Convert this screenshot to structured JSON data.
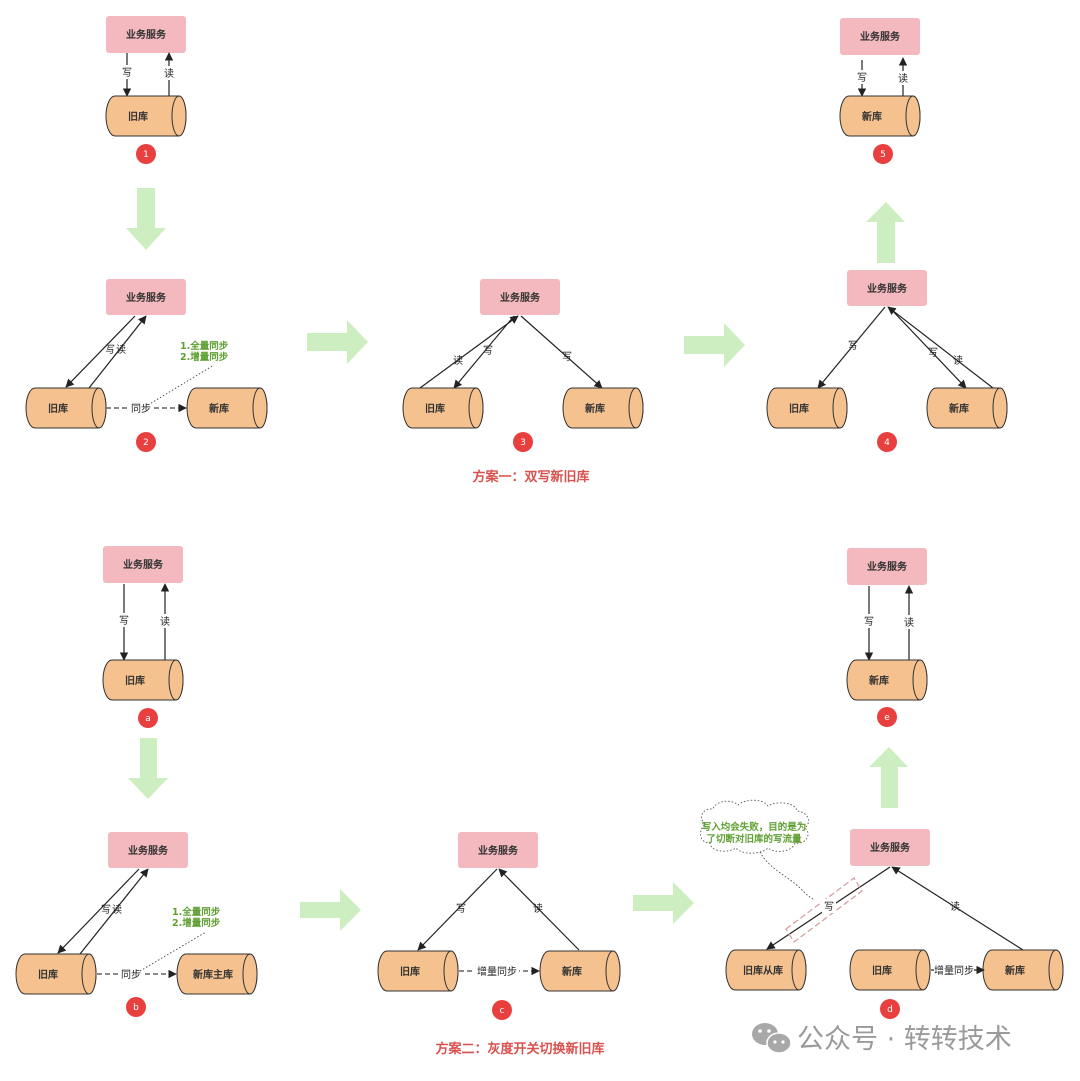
{
  "diagram": {
    "plans": [
      {
        "caption": "方案一：双写新旧库",
        "steps": [
          {
            "badge": "1",
            "service": "业务服务",
            "dbs": [
              "旧库"
            ],
            "edges": [
              {
                "from": "业务服务",
                "to": "旧库",
                "label": "写"
              },
              {
                "from": "旧库",
                "to": "业务服务",
                "label": "读"
              }
            ]
          },
          {
            "badge": "2",
            "service": "业务服务",
            "dbs": [
              "旧库",
              "新库"
            ],
            "edges": [
              {
                "from": "业务服务",
                "to": "旧库",
                "label": "写"
              },
              {
                "from": "旧库",
                "to": "业务服务",
                "label": "读"
              },
              {
                "from": "旧库",
                "to": "新库",
                "label": "同步",
                "style": "dashed"
              }
            ],
            "note": [
              "1.全量同步",
              "2.增量同步"
            ]
          },
          {
            "badge": "3",
            "service": "业务服务",
            "dbs": [
              "旧库",
              "新库"
            ],
            "edges": [
              {
                "from": "旧库",
                "to": "业务服务",
                "label": "读"
              },
              {
                "from": "业务服务",
                "to": "旧库",
                "label": "写"
              },
              {
                "from": "业务服务",
                "to": "新库",
                "label": "写"
              }
            ]
          },
          {
            "badge": "4",
            "service": "业务服务",
            "dbs": [
              "旧库",
              "新库"
            ],
            "edges": [
              {
                "from": "业务服务",
                "to": "旧库",
                "label": "写"
              },
              {
                "from": "业务服务",
                "to": "新库",
                "label": "写"
              },
              {
                "from": "新库",
                "to": "业务服务",
                "label": "读"
              }
            ]
          },
          {
            "badge": "5",
            "service": "业务服务",
            "dbs": [
              "新库"
            ],
            "edges": [
              {
                "from": "业务服务",
                "to": "新库",
                "label": "写"
              },
              {
                "from": "新库",
                "to": "业务服务",
                "label": "读"
              }
            ]
          }
        ]
      },
      {
        "caption": "方案二：灰度开关切换新旧库",
        "steps": [
          {
            "badge": "a",
            "service": "业务服务",
            "dbs": [
              "旧库"
            ],
            "edges": [
              {
                "from": "业务服务",
                "to": "旧库",
                "label": "写"
              },
              {
                "from": "旧库",
                "to": "业务服务",
                "label": "读"
              }
            ]
          },
          {
            "badge": "b",
            "service": "业务服务",
            "dbs": [
              "旧库",
              "新库主库"
            ],
            "edges": [
              {
                "from": "业务服务",
                "to": "旧库",
                "label": "写"
              },
              {
                "from": "旧库",
                "to": "业务服务",
                "label": "读"
              },
              {
                "from": "旧库",
                "to": "新库主库",
                "label": "同步",
                "style": "dashed"
              }
            ],
            "note": [
              "1.全量同步",
              "2.增量同步"
            ]
          },
          {
            "badge": "c",
            "service": "业务服务",
            "dbs": [
              "旧库",
              "新库"
            ],
            "edges": [
              {
                "from": "业务服务",
                "to": "旧库",
                "label": "写"
              },
              {
                "from": "新库",
                "to": "业务服务",
                "label": "读"
              },
              {
                "from": "旧库",
                "to": "新库",
                "label": "增量同步",
                "style": "dashed"
              }
            ]
          },
          {
            "badge": "d",
            "service": "业务服务",
            "dbs": [
              "旧库从库",
              "旧库",
              "新库"
            ],
            "edges": [
              {
                "from": "业务服务",
                "to": "旧库从库",
                "label": "写"
              },
              {
                "from": "新库",
                "to": "业务服务",
                "label": "读"
              },
              {
                "from": "旧库",
                "to": "新库",
                "label": "增量同步"
              }
            ],
            "note": [
              "写入均会失败，目的是为",
              "了切断对旧库的写流量"
            ]
          },
          {
            "badge": "e",
            "service": "业务服务",
            "dbs": [
              "新库"
            ],
            "edges": [
              {
                "from": "业务服务",
                "to": "新库",
                "label": "写"
              },
              {
                "from": "新库",
                "to": "业务服务",
                "label": "读"
              }
            ]
          }
        ]
      }
    ]
  },
  "watermark": {
    "icon": "wechat-icon",
    "text": "公众号 · 转转技术"
  },
  "colors": {
    "service": "#f4b9bf",
    "database": "#f5c18f",
    "badge": "#e8403f",
    "flow_arrow": "#cdeec0",
    "note_text": "#5fa033",
    "caption": "#d9524f"
  }
}
